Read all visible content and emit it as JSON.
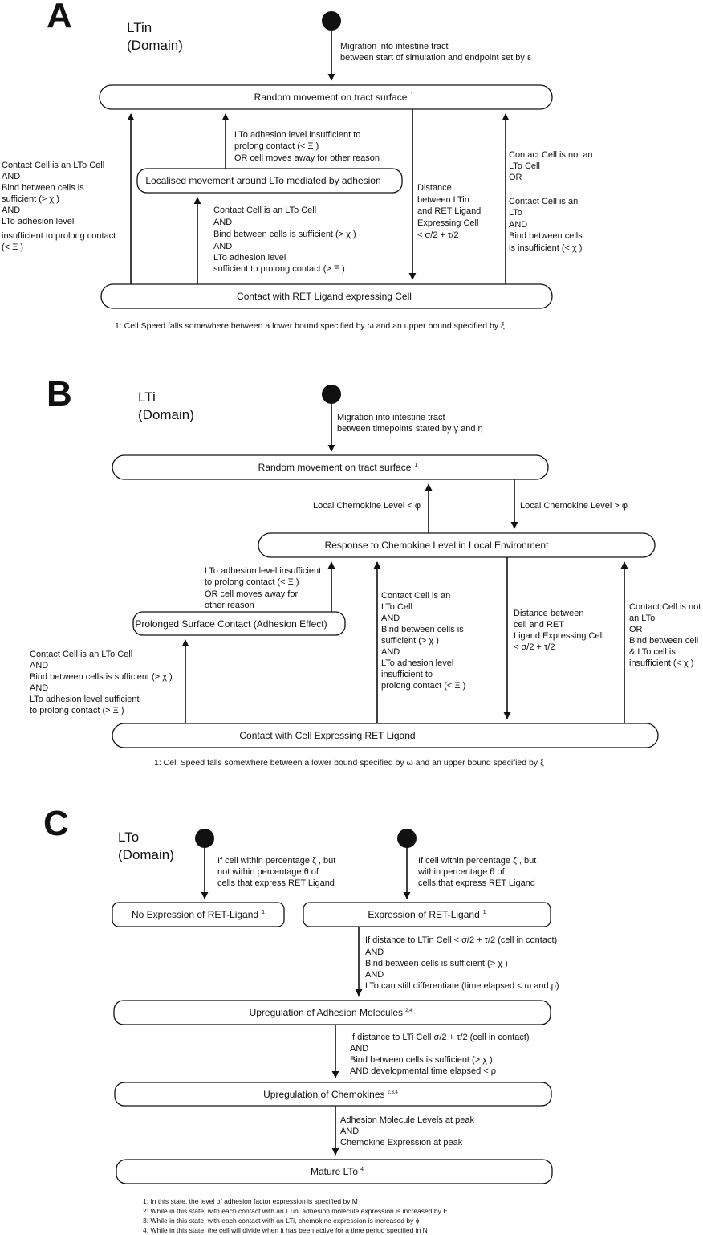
{
  "panelA": {
    "letter": "A",
    "domain_line1": "LTin",
    "domain_line2": "(Domain)",
    "start_label": [
      "Migration into intestine tract",
      "between start of simulation and endpoint set by ε"
    ],
    "states": {
      "random": "Random movement on tract surface",
      "random_sup": "1",
      "localised": "Localised movement around LTo mediated by adhesion",
      "contact": "Contact with RET Ligand expressing Cell"
    },
    "labels": {
      "left": [
        "Contact Cell is an LTo Cell",
        "AND",
        "Bind between cells is",
        "sufficient (> χ )",
        "AND",
        "LTo adhesion level",
        "insufficient to prolong contact",
        "(< Ξ )"
      ],
      "local_up": [
        "LTo adhesion level insufficient to",
        "prolong contact (< Ξ )",
        "OR cell moves away for other reason"
      ],
      "mid": [
        "Contact Cell is an LTo Cell",
        "AND",
        "Bind between cells is sufficient (> χ )",
        "AND",
        "LTo adhesion level",
        "sufficient to prolong contact (> Ξ )"
      ],
      "distance": [
        "Distance",
        "between LTin",
        "and RET Ligand",
        "Expressing Cell",
        "< σ/2 + τ/2"
      ],
      "right": [
        "Contact Cell is not an",
        "LTo Cell",
        "OR",
        "",
        "Contact Cell is an",
        "LTo",
        "AND",
        "Bind between cells",
        "is insufficient (< χ )"
      ]
    },
    "footnote": "1: Cell Speed falls somewhere between a lower bound specified by ω and an upper bound specified by ξ"
  },
  "panelB": {
    "letter": "B",
    "domain_line1": "LTi",
    "domain_line2": "(Domain)",
    "start_label": [
      "Migration into intestine tract",
      "between timepoints stated by γ and η"
    ],
    "states": {
      "random": "Random movement on tract surface",
      "random_sup": "1",
      "response": "Response to Chemokine Level in Local Environment",
      "prolonged": "Prolonged Surface Contact (Adhesion Effect)",
      "contact": "Contact with Cell Expressing RET Ligand"
    },
    "labels": {
      "chem_low": "Local Chemokine Level < φ",
      "chem_high": "Local Chemokine Level > φ",
      "prolonged_up": [
        "LTo adhesion level insufficient",
        "to prolong contact (< Ξ  )",
        "OR cell moves away for",
        "other reason"
      ],
      "left": [
        "Contact Cell is an LTo Cell",
        "AND",
        "Bind between cells is sufficient (> χ )",
        "AND",
        "LTo adhesion level sufficient",
        "to prolong contact (> Ξ )"
      ],
      "mid": [
        "Contact Cell is an",
        "LTo Cell",
        "AND",
        "Bind between cells is",
        "sufficient (> χ )",
        "AND",
        "LTo adhesion level",
        "insufficient to",
        "prolong contact (< Ξ )"
      ],
      "distance": [
        "Distance between",
        "cell and RET",
        "Ligand Expressing Cell",
        "< σ/2 + τ/2"
      ],
      "right": [
        "Contact Cell is not",
        "an LTo",
        "OR",
        "Bind between cell",
        "& LTo cell is",
        "insufficient (< χ )"
      ]
    },
    "footnote": "1: Cell Speed falls somewhere between a lower bound specified by ω and an upper bound specified by ξ"
  },
  "panelC": {
    "letter": "C",
    "domain_line1": "LTo",
    "domain_line2": "(Domain)",
    "start1_label": [
      "If cell within percentage ζ , but",
      "not within percentage θ of",
      "cells that express RET Ligand"
    ],
    "start2_label": [
      "If cell within percentage ζ , but",
      "within percentage θ of",
      "cells that express RET Ligand"
    ],
    "states": {
      "no_expr": "No Expression of RET-Ligand",
      "no_expr_sup": "1",
      "expr": "Expression of RET-Ligand",
      "expr_sup": "1",
      "upreg_adh": "Upregulation of Adhesion Molecules",
      "upreg_adh_sup": "2,4",
      "upreg_chem": "Upregulation of Chemokines",
      "upreg_chem_sup": "2,3,4",
      "mature": "Mature LTo",
      "mature_sup": "4"
    },
    "labels": {
      "t1": [
        "If distance to LTin Cell < σ/2 + τ/2 (cell in contact)",
        "AND",
        "Bind between cells is sufficient (> χ )",
        "AND",
        "LTo can still differentiate (time elapsed < ϖ  and ρ)"
      ],
      "t2": [
        "If distance to LTi Cell σ/2 + τ/2 (cell in contact)",
        "AND",
        "Bind between cells is sufficient (> χ )",
        "AND developmental time elapsed < ρ"
      ],
      "t3": [
        "Adhesion Molecule Levels at peak",
        "AND",
        "Chemokine Expression at peak"
      ]
    },
    "footnotes": [
      "1: In this state, the level of adhesion factor expression is specified by M",
      "2: While in this state, with each contact with an LTin, adhesion molecule expression is increased by E",
      "3: While in this state, with each contact with an LTi, chemokine expression is increased by ϕ",
      "4: While in this state, the cell will divide when it has been active for a time period specified in N"
    ]
  }
}
